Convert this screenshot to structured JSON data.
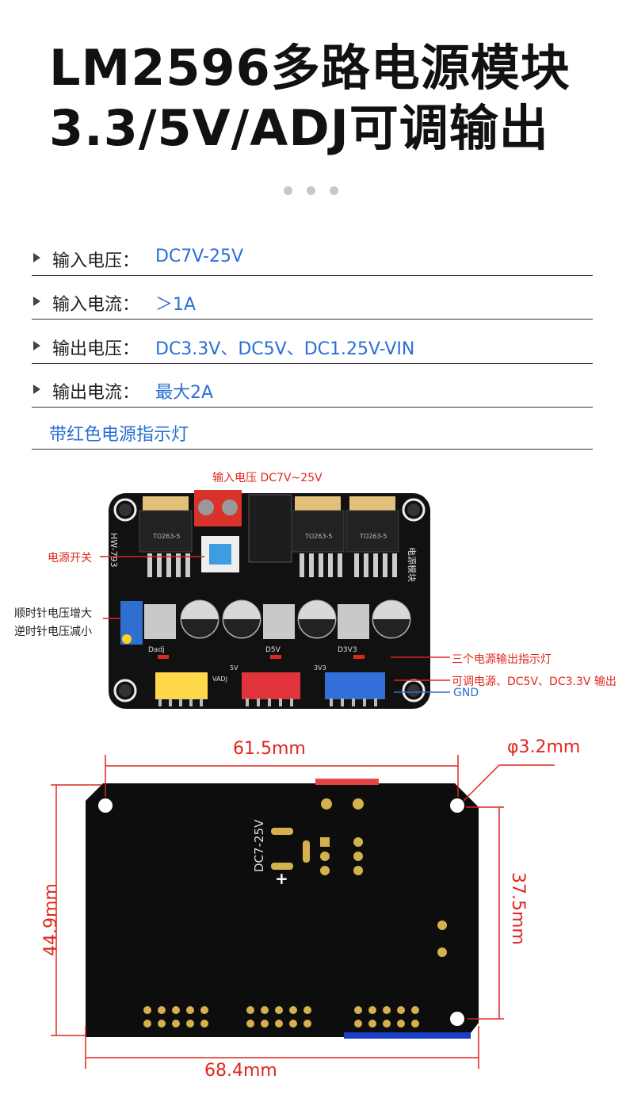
{
  "title": {
    "line1": "LM2596多路电源模块",
    "line2": "3.3/5V/ADJ可调输出"
  },
  "specs": [
    {
      "label": "输入电压：",
      "value": "DC7V-25V"
    },
    {
      "label": "输入电流：",
      "value": "＞1A"
    },
    {
      "label": "输出电压：",
      "value": "DC3.3V、DC5V、DC1.25V-VIN"
    },
    {
      "label": "输出电流：",
      "value": "最大2A"
    },
    {
      "label": "",
      "value": "带红色电源指示灯"
    }
  ],
  "board_front": {
    "callouts": {
      "input_voltage": "输入电压 DC7V~25V",
      "power_switch": "电源开关",
      "pot_line1": "顺时针电压增大",
      "pot_line2": "逆时针电压减小",
      "indicators": "三个电源输出指示灯",
      "outputs": "可调电源、DC5V、DC3.3V 输出",
      "gnd": "GND"
    },
    "silkscreen": {
      "model": "HW-793",
      "module_name": "电源模块",
      "ic1": "TO263-5",
      "ic2": "TO263-5",
      "ic3": "TO263-5",
      "label_dadj": "Dadj",
      "label_d5v": "D5V",
      "label_d3v3": "D3V3",
      "label_vadj": "VADJ",
      "label_5v": "5V",
      "label_3v3": "3V3"
    }
  },
  "board_back": {
    "silkscreen": {
      "input": "DC7-25V",
      "plus": "+"
    },
    "dimensions": {
      "hole_spacing_x": "61.5mm",
      "hole_diameter": "φ3.2mm",
      "board_height": "44.9mm",
      "hole_spacing_y": "37.5mm",
      "board_width": "68.4mm"
    }
  },
  "colors": {
    "accent_blue": "#2a6fd6",
    "callout_red": "#e0261d",
    "pcb": "#111111"
  }
}
